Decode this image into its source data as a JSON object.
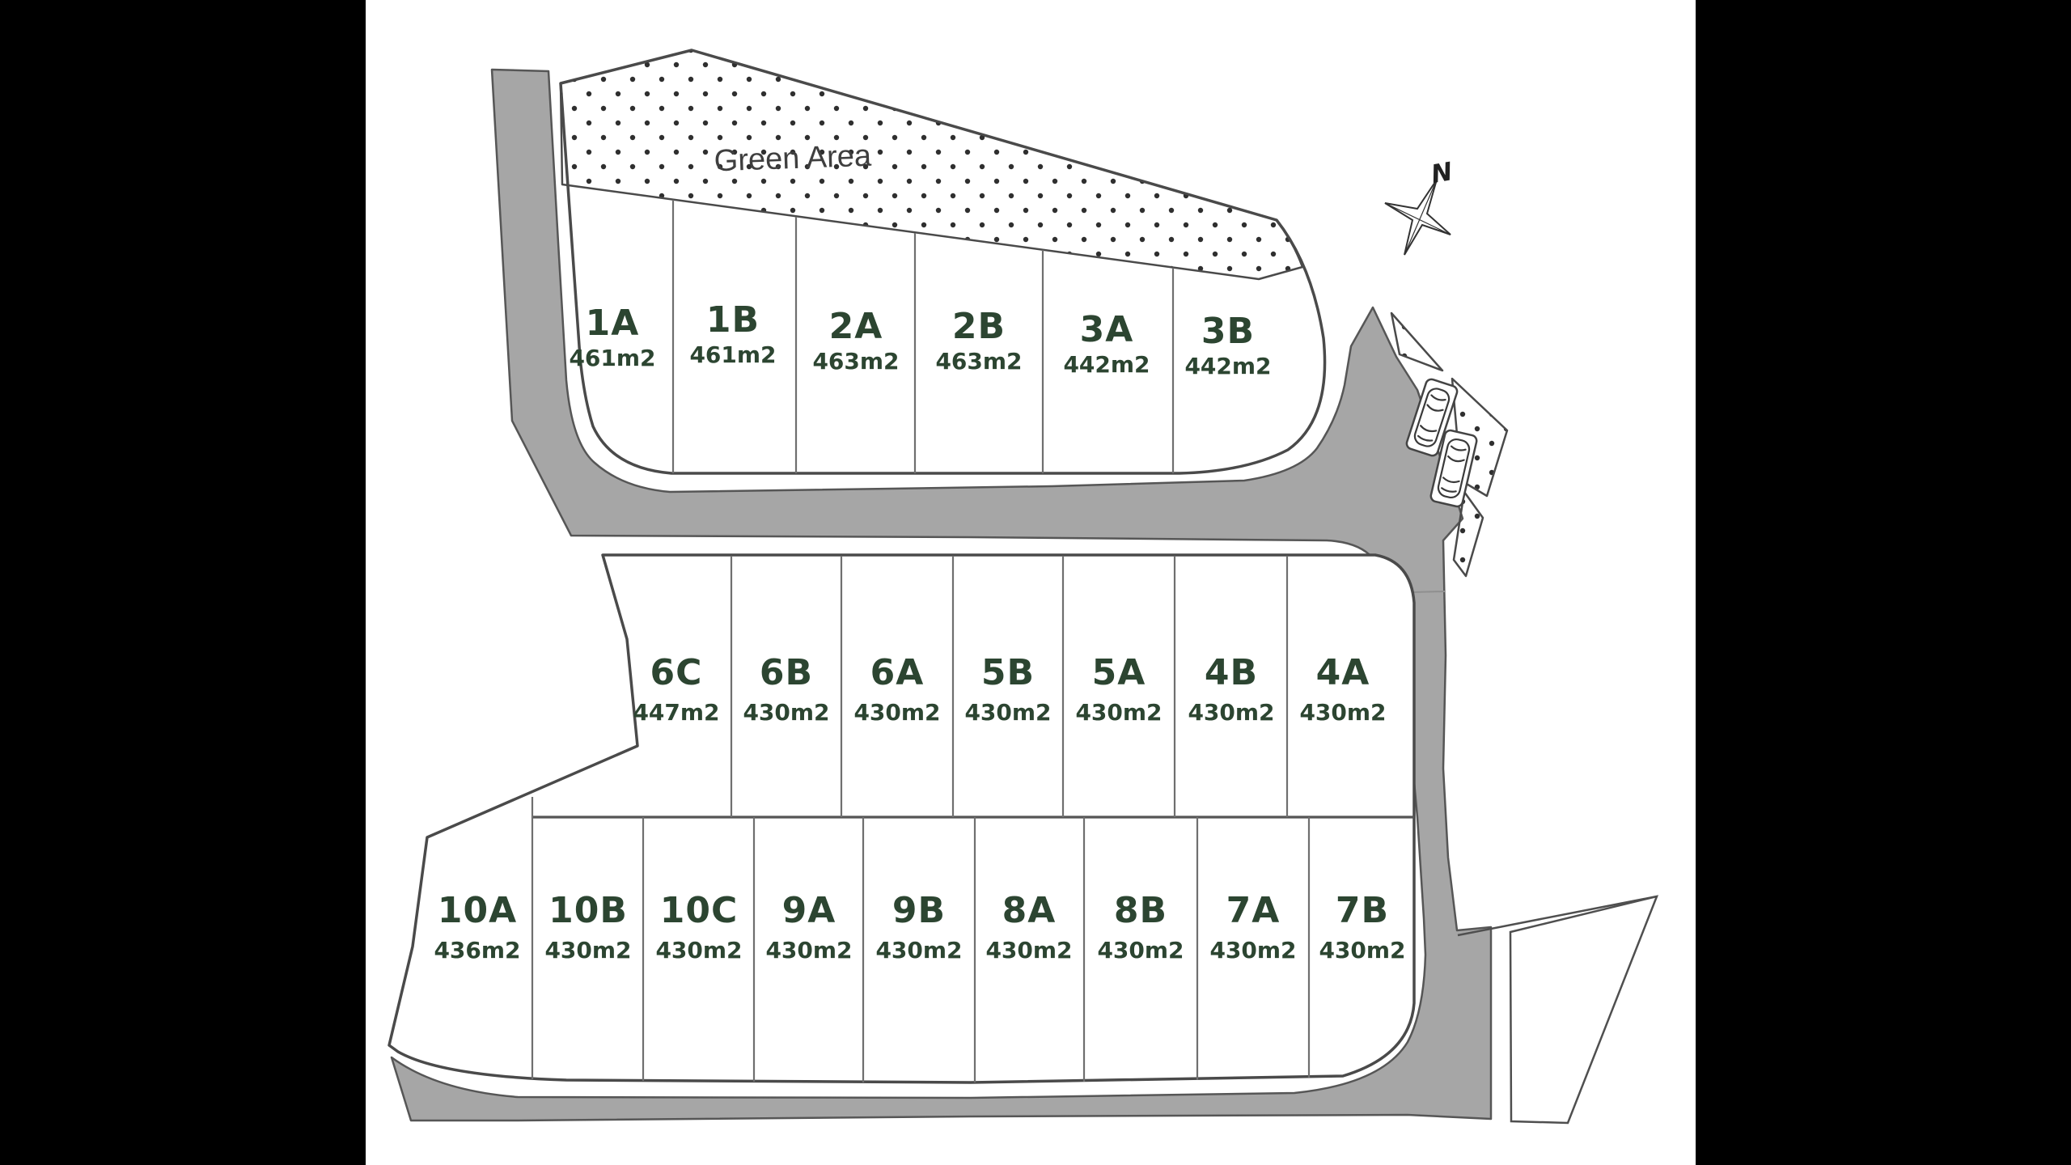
{
  "colors": {
    "pillarbox": "#000000",
    "canvas": "#ffffff",
    "road": "#a6a6a6",
    "outline": "#4a4a4a",
    "divider": "#6f6f6f",
    "lot_text": "#2c4531",
    "map_text": "#3f3f3f",
    "dots": "#2f2f2f",
    "compass": "#333333"
  },
  "green_area": {
    "label": "Green Area"
  },
  "compass": {
    "north_label": "N"
  },
  "parking": {
    "icons": [
      "car-top-view",
      "car-top-view"
    ]
  },
  "lots": {
    "top": [
      {
        "id": "1A",
        "area": "461m2"
      },
      {
        "id": "1B",
        "area": "461m2"
      },
      {
        "id": "2A",
        "area": "463m2"
      },
      {
        "id": "2B",
        "area": "463m2"
      },
      {
        "id": "3A",
        "area": "442m2"
      },
      {
        "id": "3B",
        "area": "442m2"
      }
    ],
    "middle": [
      {
        "id": "6C",
        "area": "447m2"
      },
      {
        "id": "6B",
        "area": "430m2"
      },
      {
        "id": "6A",
        "area": "430m2"
      },
      {
        "id": "5B",
        "area": "430m2"
      },
      {
        "id": "5A",
        "area": "430m2"
      },
      {
        "id": "4B",
        "area": "430m2"
      },
      {
        "id": "4A",
        "area": "430m2"
      }
    ],
    "bottom": [
      {
        "id": "10A",
        "area": "436m2"
      },
      {
        "id": "10B",
        "area": "430m2"
      },
      {
        "id": "10C",
        "area": "430m2"
      },
      {
        "id": "9A",
        "area": "430m2"
      },
      {
        "id": "9B",
        "area": "430m2"
      },
      {
        "id": "8A",
        "area": "430m2"
      },
      {
        "id": "8B",
        "area": "430m2"
      },
      {
        "id": "7A",
        "area": "430m2"
      },
      {
        "id": "7B",
        "area": "430m2"
      }
    ]
  }
}
